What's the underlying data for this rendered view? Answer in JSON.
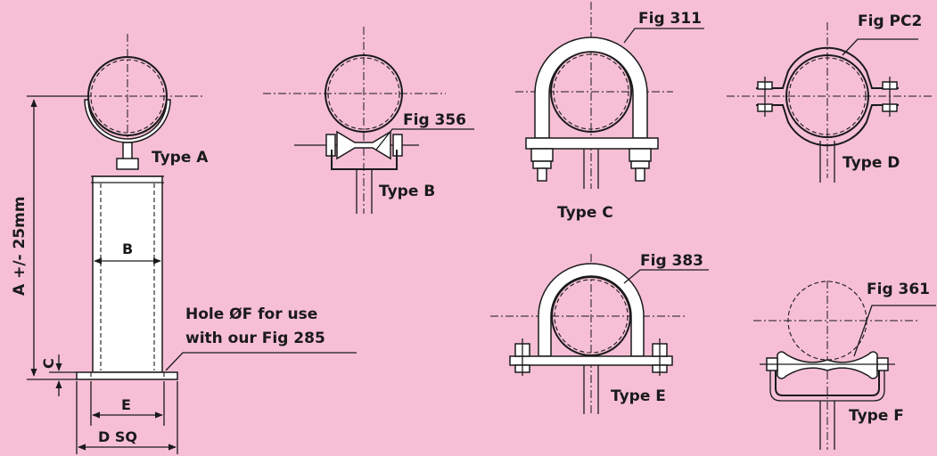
{
  "labels": {
    "type_a": "Type A",
    "type_b": "Type B",
    "type_c": "Type C",
    "type_d": "Type D",
    "type_e": "Type E",
    "type_f": "Type F",
    "fig_311": "Fig 311",
    "fig_pc2": "Fig PC2",
    "fig_356": "Fig 356",
    "fig_383": "Fig 383",
    "fig_361": "Fig 361",
    "dim_a": "A +/-  25mm",
    "dim_b": "B",
    "dim_c": "C",
    "dim_e": "E",
    "dim_d": "D  SQ",
    "hole_line1": "Hole  ØF for use",
    "hole_line2": "with our Fig 285"
  },
  "colors": {
    "background": "#f6bfd5",
    "ink": "#1a1a1a",
    "steel": "#ffffff"
  }
}
